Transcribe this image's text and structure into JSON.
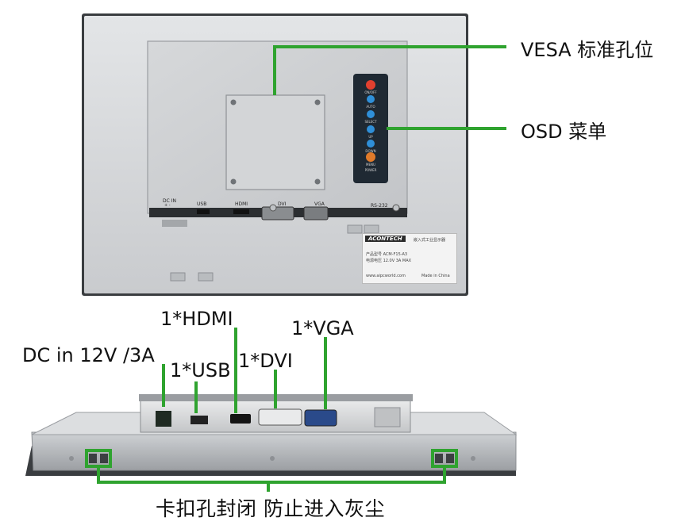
{
  "callouts": {
    "vesa": "VESA 标准孔位",
    "osd": "OSD 菜单",
    "dc_in": "DC in 12V /3A",
    "usb": "1*USB",
    "hdmi": "1*HDMI",
    "dvi": "1*DVI",
    "vga": "1*VGA",
    "seal": "卡扣孔封闭 防止进入灰尘"
  },
  "rear_port_labels": {
    "dc_in": "DC IN",
    "dc_polarity": "+  -",
    "usb": "USB",
    "hdmi": "HDMI",
    "dvi": "DVI",
    "vga": "VGA",
    "rs232": "RS-232"
  },
  "osd_buttons": [
    "ON/OFF",
    "AUTO",
    "SELECT",
    "UP",
    "DOWN",
    "MENU",
    "POWER"
  ],
  "nameplate": {
    "brand": "ACONTECH",
    "product_desc": "嵌入式工业显示器",
    "model_line": "产品型号  ACM-F15-A3",
    "power_line": "电源电压 12.0V  3A  MAX",
    "website": "www.aipcworld.com",
    "origin": "Made in China"
  },
  "colors": {
    "accent_green": "#2fa32f",
    "panel_gray": "#d7d9db",
    "osd_panel": "#1f2933",
    "osd_red": "#e2402f",
    "osd_blue": "#2f8fd8",
    "osd_orange": "#e07a2a"
  }
}
